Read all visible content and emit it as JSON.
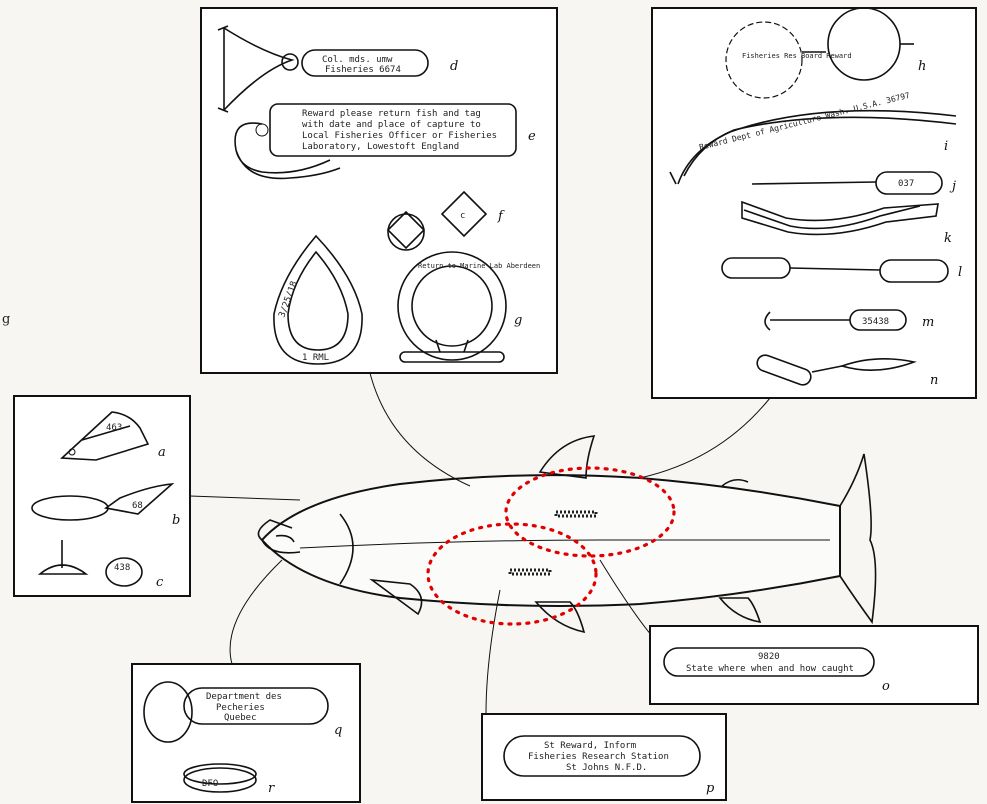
{
  "figure_marker": "g",
  "panels": {
    "top_left": {
      "d": {
        "letter": "d",
        "text_line1": "Col. mds. umw",
        "text_line2": "Fisheries 6674"
      },
      "e": {
        "letter": "e",
        "lines": [
          "Reward please return fish and tag",
          "with date and place of capture to",
          "Local Fisheries Officer or Fisheries",
          "Laboratory, Lowestoft England"
        ]
      },
      "f": {
        "letter": "f"
      },
      "g": {
        "letter": "g",
        "text_left": "3/25/18",
        "text_left2": "1 RML",
        "text_right": "Return to Marine Lab Aberdeen"
      }
    },
    "top_right": {
      "h": {
        "letter": "h",
        "disc_text": "Fisheries Res Board Reward"
      },
      "i": {
        "letter": "i",
        "text": "Reward Dept of Agriculture Wash. U.S.A. 36797"
      },
      "j": {
        "letter": "j",
        "text": "037"
      },
      "k": {
        "letter": "k"
      },
      "l": {
        "letter": "l"
      },
      "m": {
        "letter": "m",
        "text": "35438"
      },
      "n": {
        "letter": "n"
      }
    },
    "left": {
      "a": {
        "letter": "a",
        "text": "463"
      },
      "b": {
        "letter": "b"
      },
      "c": {
        "letter": "c",
        "text": "438"
      }
    },
    "o": {
      "letter": "o",
      "line1": "9820",
      "line2": "State where when and how caught"
    },
    "p": {
      "letter": "p",
      "line1": "St Reward, Inform",
      "line2": "Fisheries Research Station",
      "line3": "St Johns N.F.D."
    },
    "q": {
      "letter": "q",
      "line1": "Department des",
      "line2": "Pecheries",
      "line3": "Quebec"
    },
    "r": {
      "letter": "r",
      "text": "DFO"
    }
  },
  "colors": {
    "ink": "#111111",
    "highlight": "#e00000",
    "paper": "#f7f6f3"
  }
}
